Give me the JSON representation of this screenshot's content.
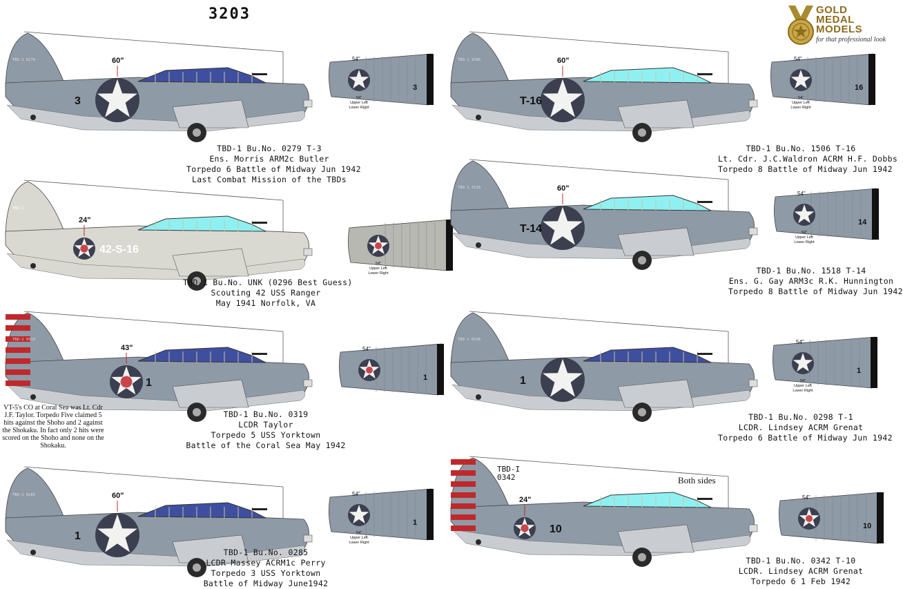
{
  "sheet_number": "3203",
  "brand": {
    "line1": "GOLD",
    "line2": "MEDAL",
    "line3": "MODELS",
    "tagline": "for that professional look",
    "color": "#8a6d1e"
  },
  "colors": {
    "grey_upper": "#8e9aa6",
    "grey_lower": "#c9cdd1",
    "light_grey": "#d9d9d2",
    "canopy_blue": "#3f4fa0",
    "canopy_cyan": "#8ff0f2",
    "insignia_blue": "#3b3f4f",
    "insignia_red": "#c8464a",
    "stripe_red": "#c0282b"
  },
  "profiles": [
    {
      "id": "t3",
      "size_label": "60\"",
      "code": "3",
      "tail": "TBD-1   0279",
      "canopy": "blue",
      "wing_size": "54\"",
      "wing_note1": "54\"",
      "wing_note2": "Upper Left",
      "wing_note3": "Lower Right",
      "wing_code": "3",
      "caption": [
        "TBD-1 Bu.No. 0279 T-3",
        "Ens. Morris ARM2c Butler",
        "Torpedo 6 Battle of Midway Jun 1942",
        "Last Combat Mission of the TBDs"
      ]
    },
    {
      "id": "t16",
      "size_label": "60\"",
      "code": "T-16",
      "tail": "TBD-1   1506",
      "canopy": "cyan",
      "wing_size": "54\"",
      "wing_note1": "54\"",
      "wing_note2": "Upper Left",
      "wing_note3": "Lower Right",
      "wing_code": "16",
      "caption": [
        "TBD-1 Bu.No. 1506 T-16",
        "Lt. Cdr. J.C.Waldron ACRM H.F. Dobbs",
        "Torpedo 8 Battle of Midway Jun 1942"
      ]
    },
    {
      "id": "s16",
      "size_label": "24\"",
      "code": "42-S-16",
      "tail": "TBD-1",
      "canopy": "cyan",
      "wing_size": "",
      "wing_note1": "54\"",
      "wing_note2": "Upper Left",
      "wing_note3": "Lower Right",
      "wing_code": "",
      "caption": [
        "TBD-1 Bu.No. UNK (0296 Best Guess)",
        "Scouting 42 USS Ranger",
        "May 1941 Norfolk, VA"
      ]
    },
    {
      "id": "t14",
      "size_label": "60\"",
      "code": "T-14",
      "tail": "TBD-1   1518",
      "canopy": "cyan",
      "wing_size": "54\"",
      "wing_note1": "54\"",
      "wing_note2": "Upper Left",
      "wing_note3": "Lower Right",
      "wing_code": "14",
      "caption": [
        "TBD-1 Bu.No. 1518 T-14",
        "Ens. G. Gay ARM3c R.K. Hunnington",
        "Torpedo 8 Battle of Midway Jun 1942"
      ]
    },
    {
      "id": "t1a",
      "size_label": "43\"",
      "code": "1",
      "tail": "TBD-1   0319",
      "canopy": "blue",
      "wing_size": "54\"",
      "wing_note1": "",
      "wing_note2": "",
      "wing_note3": "",
      "wing_code": "1",
      "caption": [
        "TBD-1 Bu.No. 0319",
        "LCDR Taylor",
        "Torpedo 5 USS Yorktown",
        "Battle of the Coral Sea May 1942"
      ]
    },
    {
      "id": "t1b",
      "size_label": "",
      "code": "1",
      "tail": "TBD-1   0298",
      "canopy": "blue",
      "wing_size": "54\"",
      "wing_note1": "54\"",
      "wing_note2": "Upper Left",
      "wing_note3": "Lower Right",
      "wing_code": "1",
      "caption": [
        "TBD-1 Bu.No. 0298 T-1",
        "LCDR. Lindsey ACRM Grenat",
        "Torpedo 6 Battle of Midway Jun 1942"
      ]
    },
    {
      "id": "t1c",
      "size_label": "60\"",
      "code": "1",
      "tail": "TBD-1   0285",
      "canopy": "blue",
      "wing_size": "54\"",
      "wing_note1": "54\"",
      "wing_note2": "Upper Left",
      "wing_note3": "Lower Right",
      "wing_code": "1",
      "caption": [
        "TBD-1 Bu.No. 0285",
        "LCDR Massey ACRM1c Perry",
        "Torpedo 3 USS Yorktown",
        "Battle of Midway June1942"
      ]
    },
    {
      "id": "t10",
      "size_label": "24\"",
      "code": "10",
      "tail": "",
      "canopy": "cyan",
      "wing_size": "54\"",
      "wing_note1": "",
      "wing_note2": "",
      "wing_note3": "",
      "wing_code": "10",
      "caption": [
        "TBD-1 Bu.No. 0342 T-10",
        "LCDR. Lindsey ACRM Grenat",
        "Torpedo 6 1 Feb 1942"
      ]
    }
  ],
  "coral_sea_note": "VT-5's CO at Coral Sea was Lt. Cdr J.F. Taylor. Torpedo Five claimed 5 hits against the Shoho and 2 against the Shokaku. In fact only 2 hits were scored on the Shoho and none on the Shokaku.",
  "t10_tail_callout": [
    "TBD-I",
    "0342"
  ],
  "both_sides": "Both sides"
}
